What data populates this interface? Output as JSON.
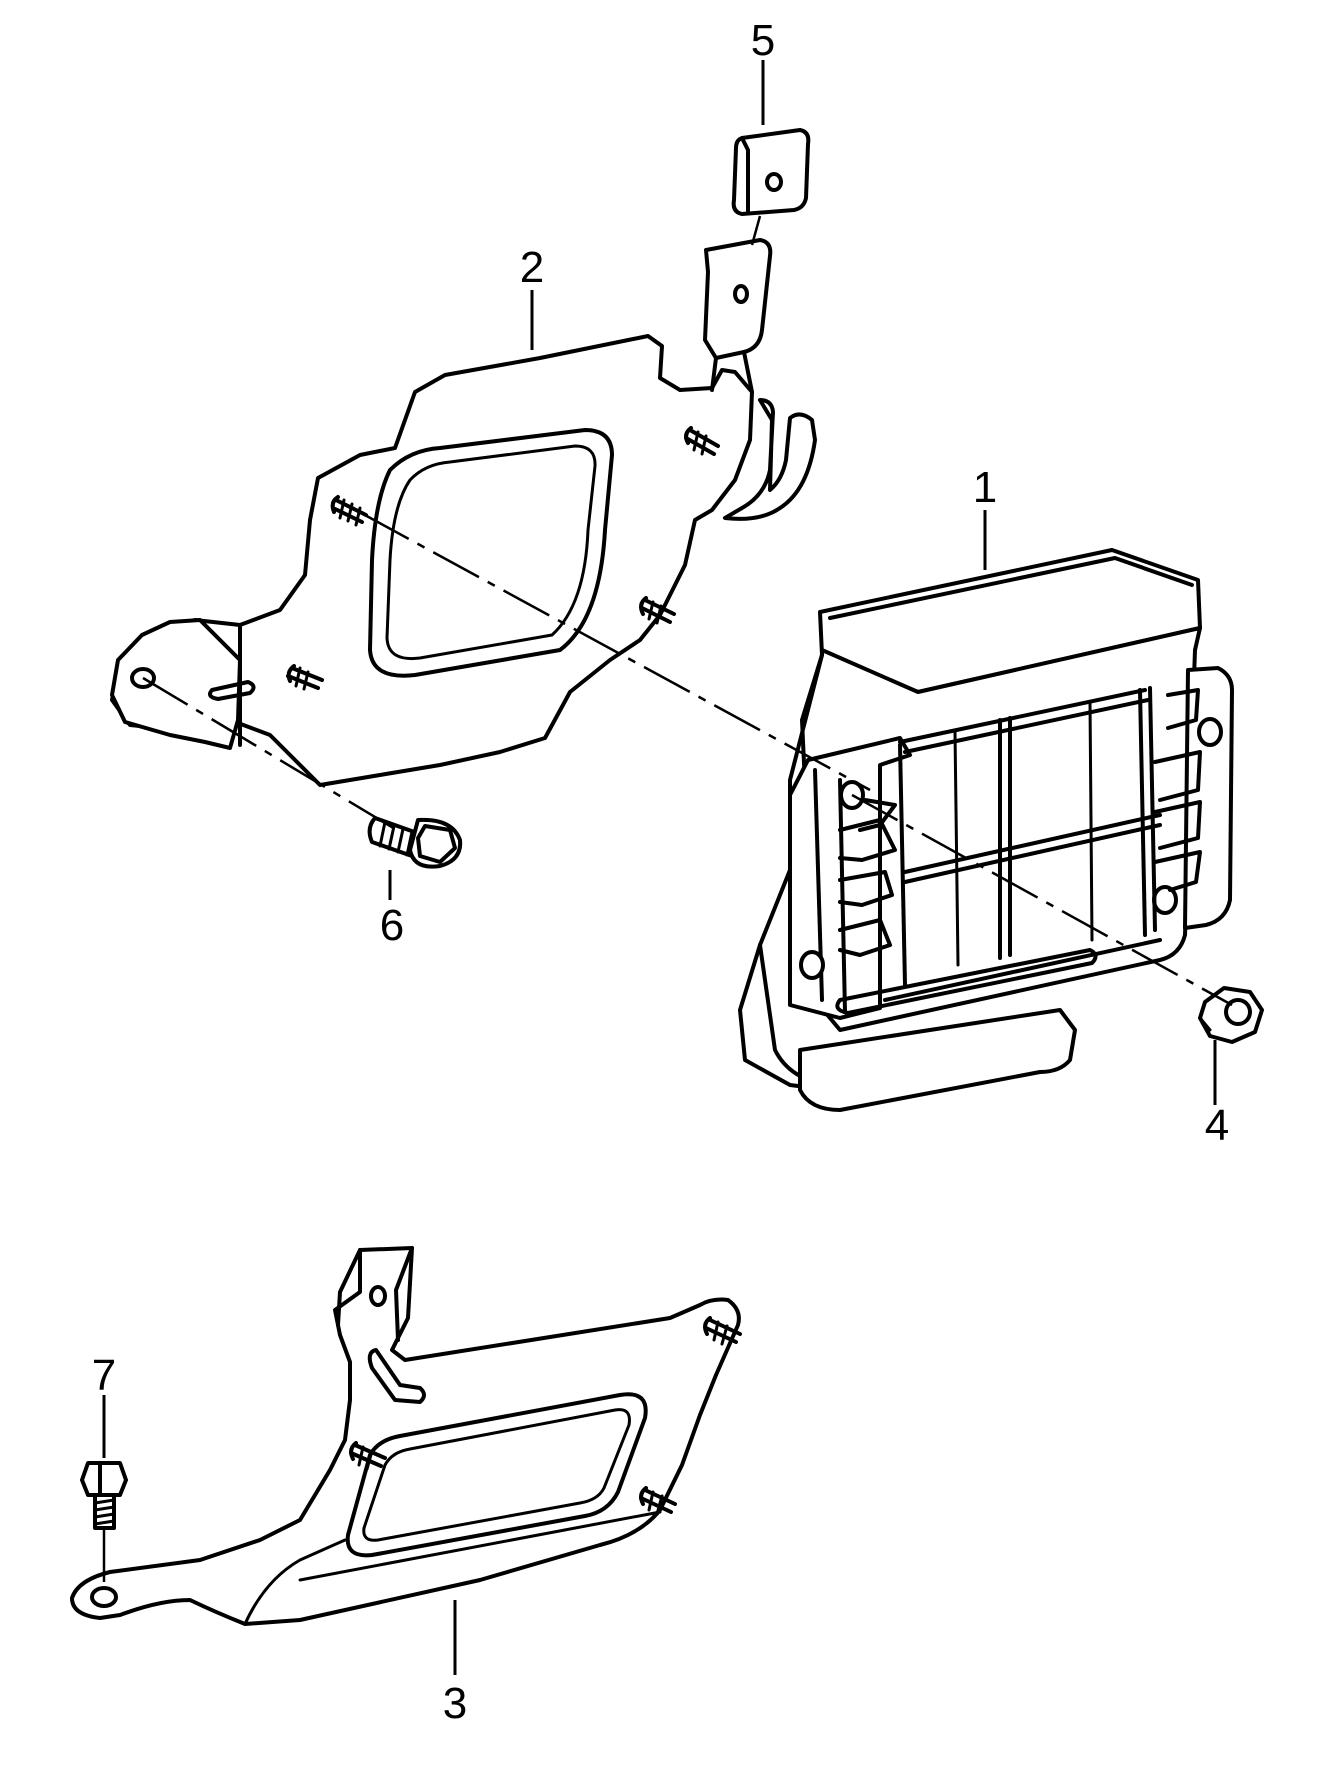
{
  "callouts": [
    {
      "id": "1",
      "label": "1",
      "part": "control-unit"
    },
    {
      "id": "2",
      "label": "2",
      "part": "upper-bracket"
    },
    {
      "id": "3",
      "label": "3",
      "part": "lower-bracket"
    },
    {
      "id": "4",
      "label": "4",
      "part": "hex-nut"
    },
    {
      "id": "5",
      "label": "5",
      "part": "clip-nut"
    },
    {
      "id": "6",
      "label": "6",
      "part": "flange-bolt"
    },
    {
      "id": "7",
      "label": "7",
      "part": "hex-bolt"
    }
  ]
}
